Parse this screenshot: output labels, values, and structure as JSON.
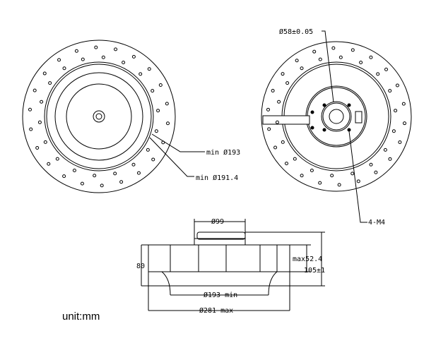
{
  "front_view": {
    "label_outer": "min Ø193",
    "label_inner": "min Ø191.4"
  },
  "rear_view": {
    "label_bore": "Ø58±0.05",
    "label_holes": "4-M4"
  },
  "side_view": {
    "hub_diameter": "Ø99",
    "height": "80",
    "max_height": "max52.4",
    "total_height": "105±1",
    "inlet_diameter": "Ø193 min",
    "outer_diameter": "Ø281 max"
  },
  "unit_label": "unit:mm"
}
